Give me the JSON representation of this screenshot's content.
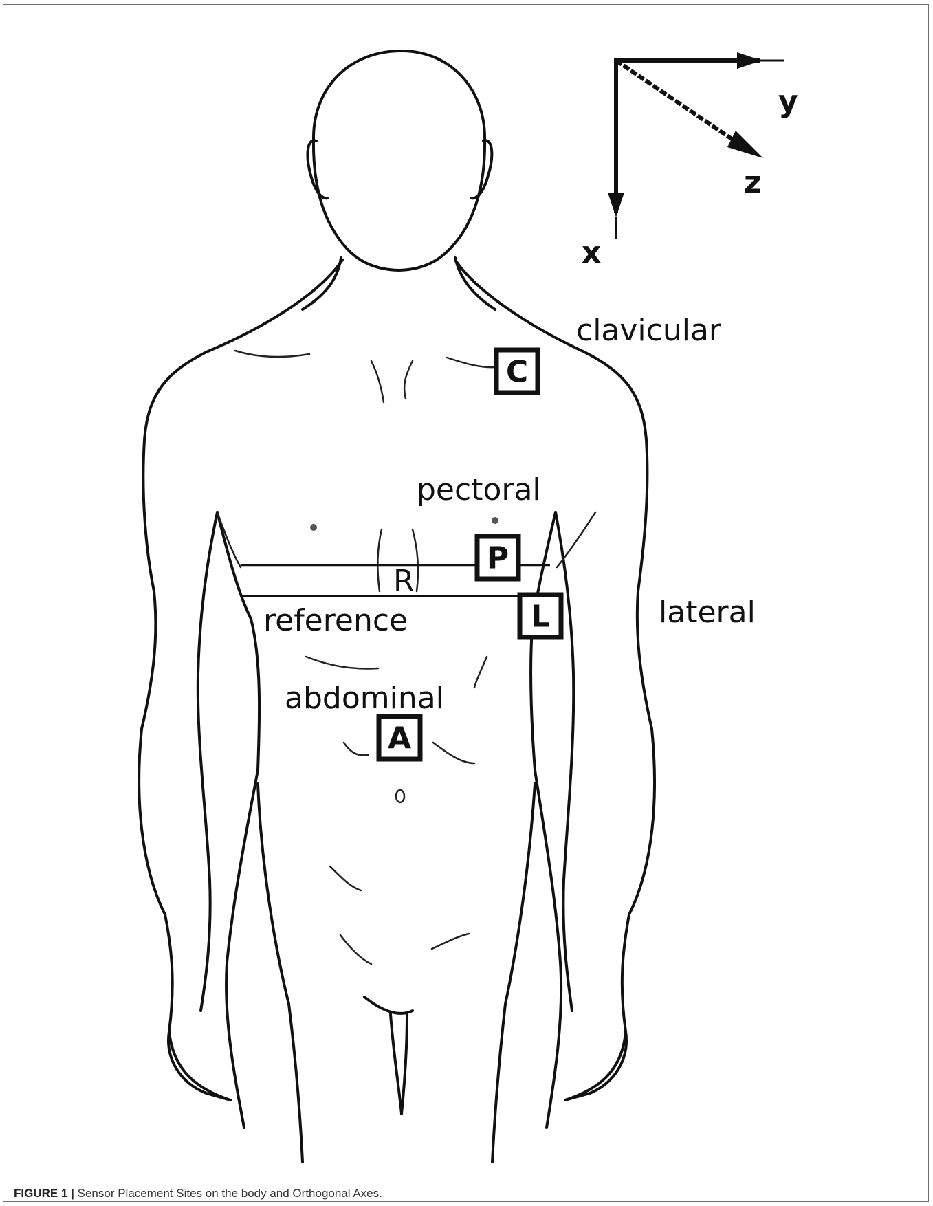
{
  "caption": {
    "figure_number": "FIGURE 1 |",
    "text": "Sensor Placement Sites on the body and Orthogonal Axes."
  },
  "axes": {
    "x": "x",
    "y": "y",
    "z": "z"
  },
  "site_labels": {
    "clavicular": "clavicular",
    "pectoral": "pectoral",
    "reference": "reference",
    "lateral": "lateral",
    "abdominal": "abdominal"
  },
  "sensor_markers": {
    "clavicular": "C",
    "pectoral": "P",
    "lateral": "L",
    "abdominal": "A"
  },
  "reference_letter": "R"
}
